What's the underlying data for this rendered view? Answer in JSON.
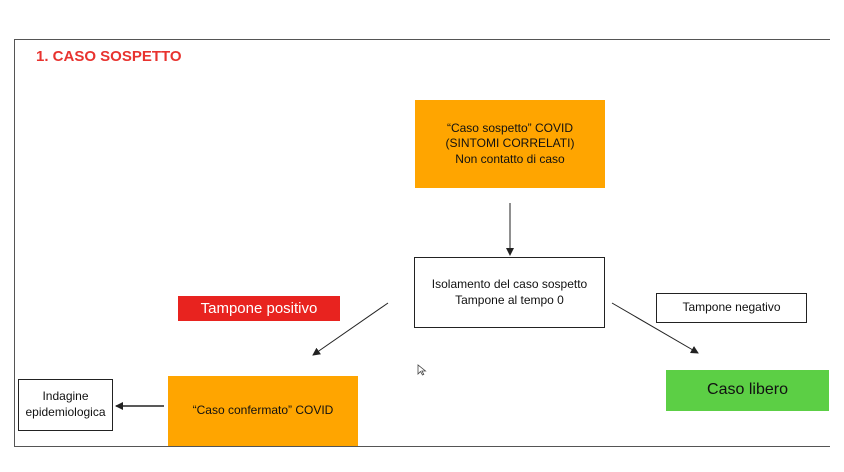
{
  "slide": {
    "title": "1. CASO SOSPETTO"
  },
  "nodes": {
    "suspect": {
      "lines": [
        "“Caso sospetto” COVID",
        "(SINTOMI CORRELATI)",
        "Non contatto di caso"
      ]
    },
    "isolation": {
      "lines": [
        "Isolamento del caso sospetto",
        "Tampone al tempo 0"
      ]
    },
    "positive": {
      "label": "Tampone positivo"
    },
    "negative": {
      "label": "Tampone negativo"
    },
    "confirmed": {
      "label": "“Caso confermato” COVID"
    },
    "free": {
      "label": "Caso libero"
    },
    "investigation": {
      "lines": [
        "Indagine",
        "epidemiologica"
      ]
    }
  },
  "colors": {
    "title": "#e8332f",
    "orange_box": "#ffa500",
    "positive_box": "#e8231f",
    "free_box": "#5ccf45"
  }
}
